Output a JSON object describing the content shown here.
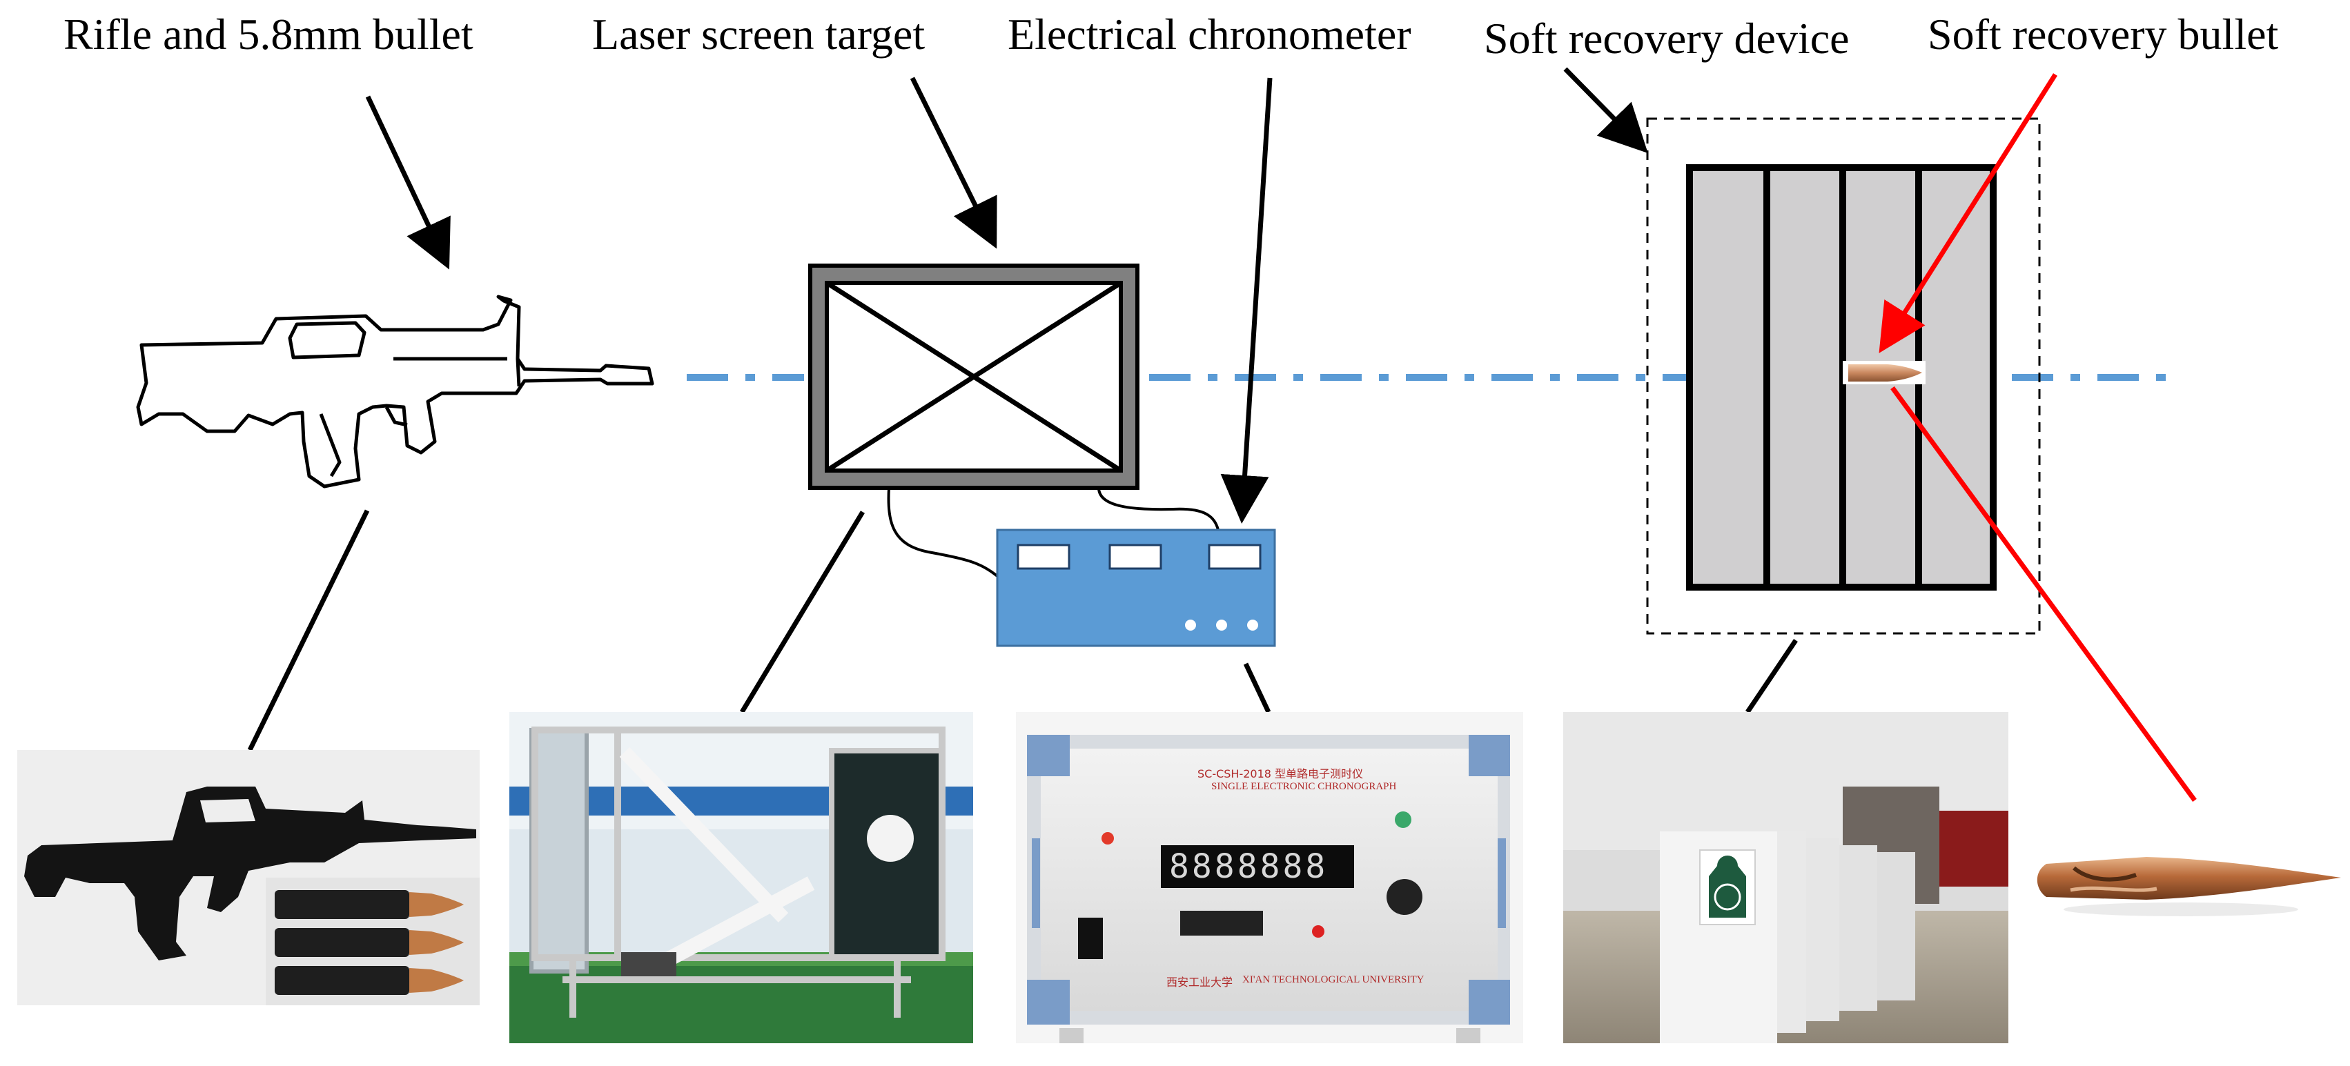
{
  "labels": {
    "rifle": "Rifle and 5.8mm bullet",
    "laser_target": "Laser screen target",
    "chronometer": "Electrical chronometer",
    "recovery_device": "Soft recovery device",
    "recovery_bullet": "Soft recovery bullet"
  },
  "chronometer_panel": {
    "model": "SC-CSH-2018 型单路电子测时仪",
    "english_name": "SINGLE ELECTRONIC CHRONOGRAPH",
    "digits": "8888888",
    "maker_cn": "西安工业大学",
    "maker_en": "XI'AN TECHNOLOGICAL UNIVERSITY"
  },
  "colors": {
    "trajectory": "#5b9bd5",
    "pointer": "#000000",
    "recovery_pointer": "#ff0000",
    "chronometer_body": "#5b9bd5",
    "target_frame": "#808080",
    "recovery_column": "#d0cfd0"
  },
  "icons": {
    "rifle": "rifle-outline-icon",
    "bullet": "bullet-icon",
    "target": "laser-screen-target-icon",
    "chronometer": "chronometer-box-icon"
  }
}
